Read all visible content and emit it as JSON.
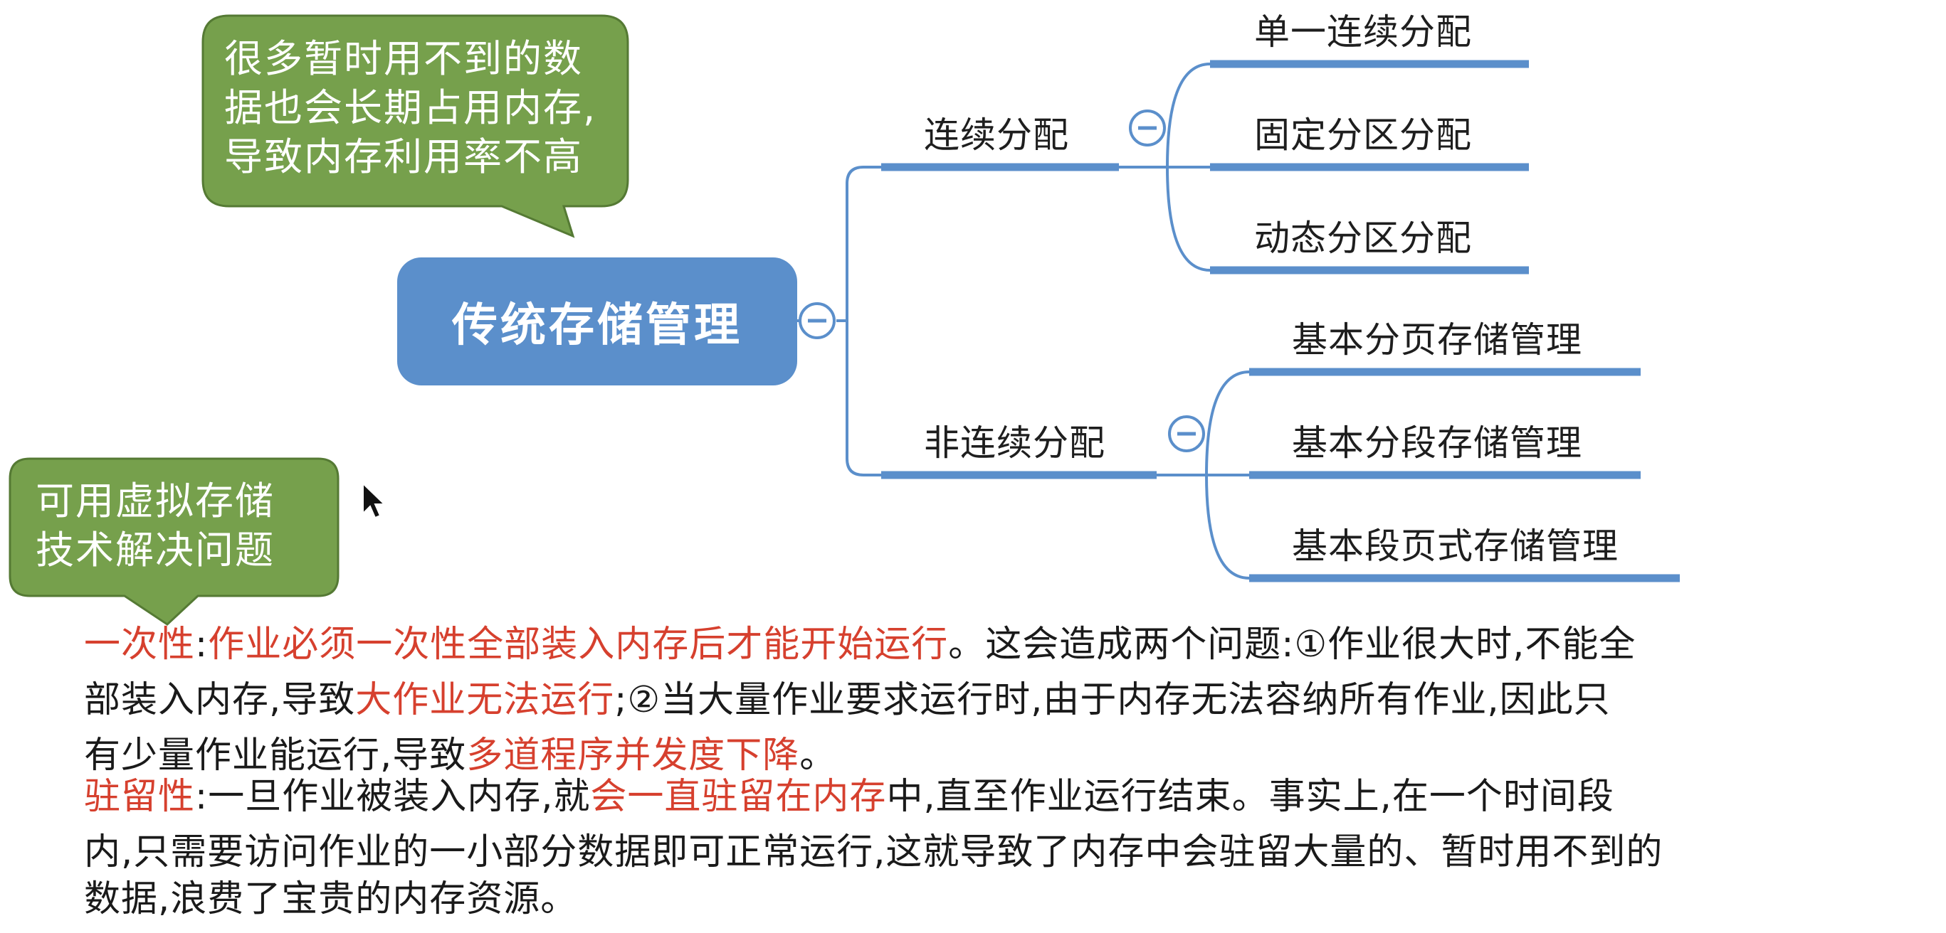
{
  "colors": {
    "central_fill": "#5b8fcb",
    "branch_line": "#5b8fcb",
    "callout_fill": "#76a04c",
    "callout_border": "#557a34",
    "highlight_red": "#d6402e"
  },
  "central_topic": "传统存储管理",
  "branches": [
    {
      "label": "连续分配",
      "children": [
        "单一连续分配",
        "固定分区分配",
        "动态分区分配"
      ]
    },
    {
      "label": "非连续分配",
      "children": [
        "基本分页存储管理",
        "基本分段存储管理",
        "基本段页式存储管理"
      ]
    }
  ],
  "collapse_icon": "minus-circle-icon",
  "callouts": [
    {
      "lines": [
        "很多暂时用不到的数",
        "据也会长期占用内存,",
        "导致内存利用率不高"
      ]
    },
    {
      "lines": [
        "可用虚拟存储",
        "技术解决问题"
      ]
    }
  ],
  "cursor_icon": "mouse-pointer-icon",
  "paragraphs": {
    "one_time": {
      "term": "一次性",
      "colon": ":",
      "line1_red": "作业必须一次性全部装入内存后才能开始运行",
      "line1_rest": "。这会造成两个问题:①作业很大时,不能全",
      "line2_start": "部装入内存,导致",
      "line2_red": "大作业无法运行",
      "line2_rest": ";②当大量作业要求运行时,由于内存无法容纳所有作业,因此只",
      "line3_start": "有少量作业能运行,导致",
      "line3_red": "多道程序并发度下降",
      "line3_end": "。"
    },
    "resident": {
      "term": "驻留性",
      "line1_start": ":一旦作业被装入内存,就",
      "line1_red": "会一直驻留在内存",
      "line1_rest": "中,直至作业运行结束。事实上,在一个时间段",
      "line2": "内,只需要访问作业的一小部分数据即可正常运行,这就导致了内存中会驻留大量的、暂时用不到的",
      "line3": "数据,浪费了宝贵的内存资源。"
    }
  }
}
